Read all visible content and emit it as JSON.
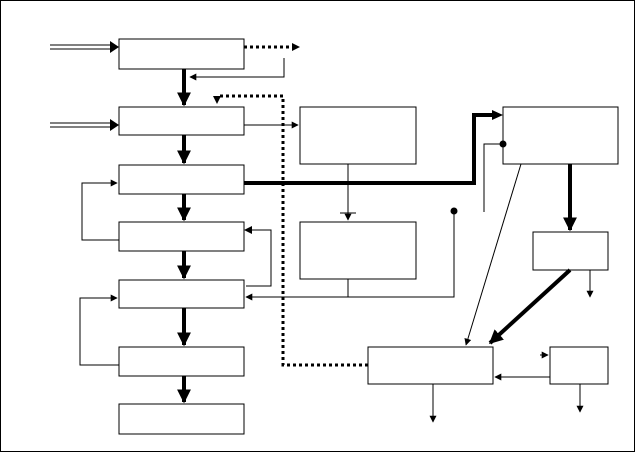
{
  "diagram": {
    "boxes": [
      {
        "id": "left-box-1",
        "label": ""
      },
      {
        "id": "left-box-2",
        "label": ""
      },
      {
        "id": "left-box-3",
        "label": ""
      },
      {
        "id": "left-box-4",
        "label": ""
      },
      {
        "id": "left-box-5",
        "label": ""
      },
      {
        "id": "left-box-6",
        "label": ""
      },
      {
        "id": "left-box-7",
        "label": ""
      },
      {
        "id": "middle-box-upper",
        "label": ""
      },
      {
        "id": "middle-box-lower",
        "label": ""
      },
      {
        "id": "right-box-top",
        "label": ""
      },
      {
        "id": "right-box-small-upper",
        "label": ""
      },
      {
        "id": "right-box-small-lower",
        "label": ""
      },
      {
        "id": "bottom-center-box",
        "label": ""
      }
    ],
    "colors": {
      "stroke": "#000000",
      "background": "#ffffff"
    }
  }
}
